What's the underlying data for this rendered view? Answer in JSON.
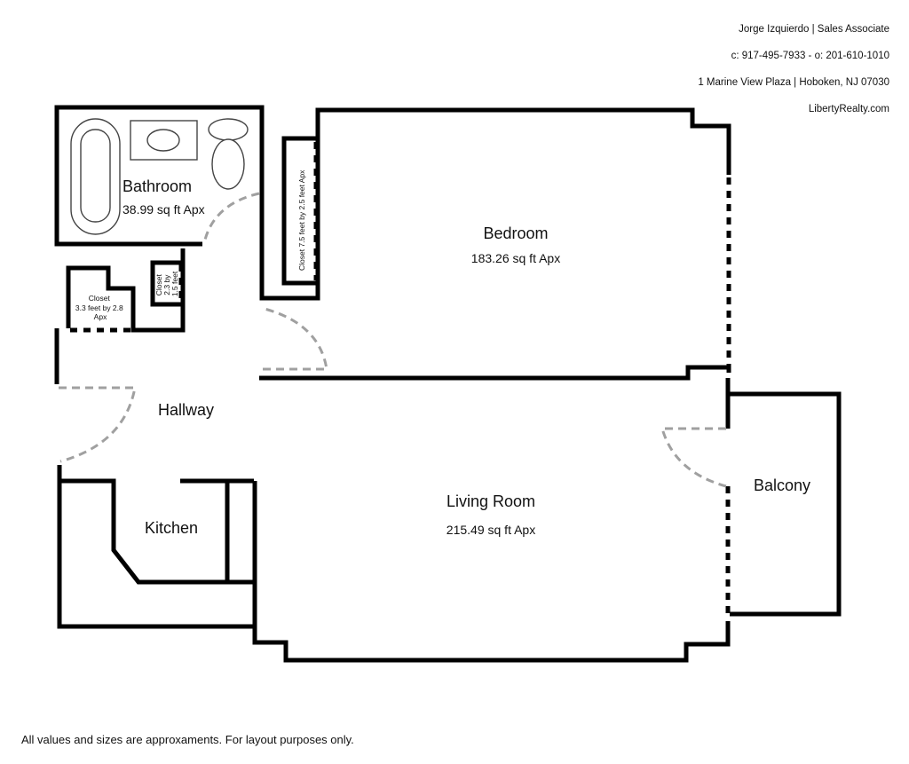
{
  "contact": {
    "name_line": "Jorge Izquierdo | Sales Associate",
    "phone_line": "c: 917-495-7933  -  o: 201-610-1010",
    "address_line": "1 Marine View Plaza | Hoboken, NJ 07030",
    "website": "LibertyRealty.com"
  },
  "rooms": {
    "bathroom": {
      "name": "Bathroom",
      "area": "38.99 sq ft Apx"
    },
    "bedroom": {
      "name": "Bedroom",
      "area": "183.26 sq ft Apx"
    },
    "hallway": {
      "name": "Hallway"
    },
    "kitchen": {
      "name": "Kitchen"
    },
    "living_room": {
      "name": "Living Room",
      "area": "215.49 sq ft Apx"
    },
    "balcony": {
      "name": "Balcony"
    }
  },
  "closets": {
    "bedroom_closet": "Closet 7.5 feet by 2.5 feet Apx",
    "hall_closet_large": [
      "Closet",
      "3.3 feet by 2.8",
      "Apx"
    ],
    "hall_closet_small": [
      "Closet",
      "2.3 by",
      "1.5 feet"
    ]
  },
  "disclaimer": "All values and sizes are approxaments.  For layout purposes only."
}
